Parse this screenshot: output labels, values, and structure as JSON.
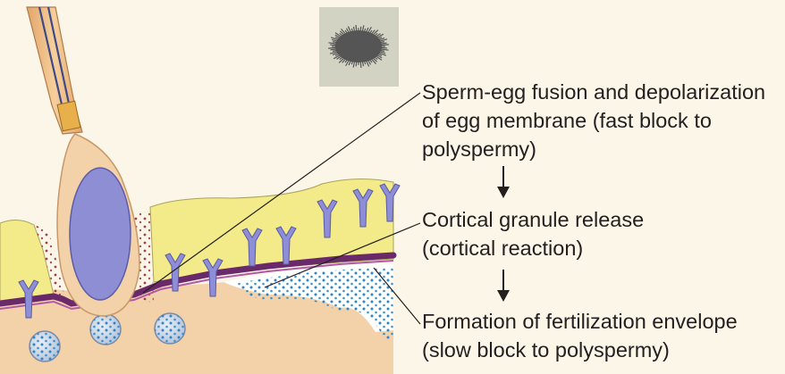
{
  "steps": [
    {
      "text": "Sperm-egg fusion and depolarization\nof egg membrane (fast block to\npolyspermy)"
    },
    {
      "text": "Cortical granule release\n(cortical reaction)"
    },
    {
      "text": "Formation of fertilization envelope\n(slow block to polyspermy)"
    }
  ],
  "colors": {
    "background": "#fbf6e8",
    "cytoplasm": "#f3d2a9",
    "jelly_layer": "#f3ea8a",
    "sperm_nucleus": "#8e8ed4",
    "receptor": "#8e8ed8",
    "membrane": "#6a2a6a",
    "envelope": "#ffffff",
    "granule_dots": "#2e86c9",
    "inset_box": "#d3d3c3",
    "arrow": "#231f20"
  },
  "icons": [
    "sea-urchin-icon",
    "down-arrow-icon"
  ]
}
